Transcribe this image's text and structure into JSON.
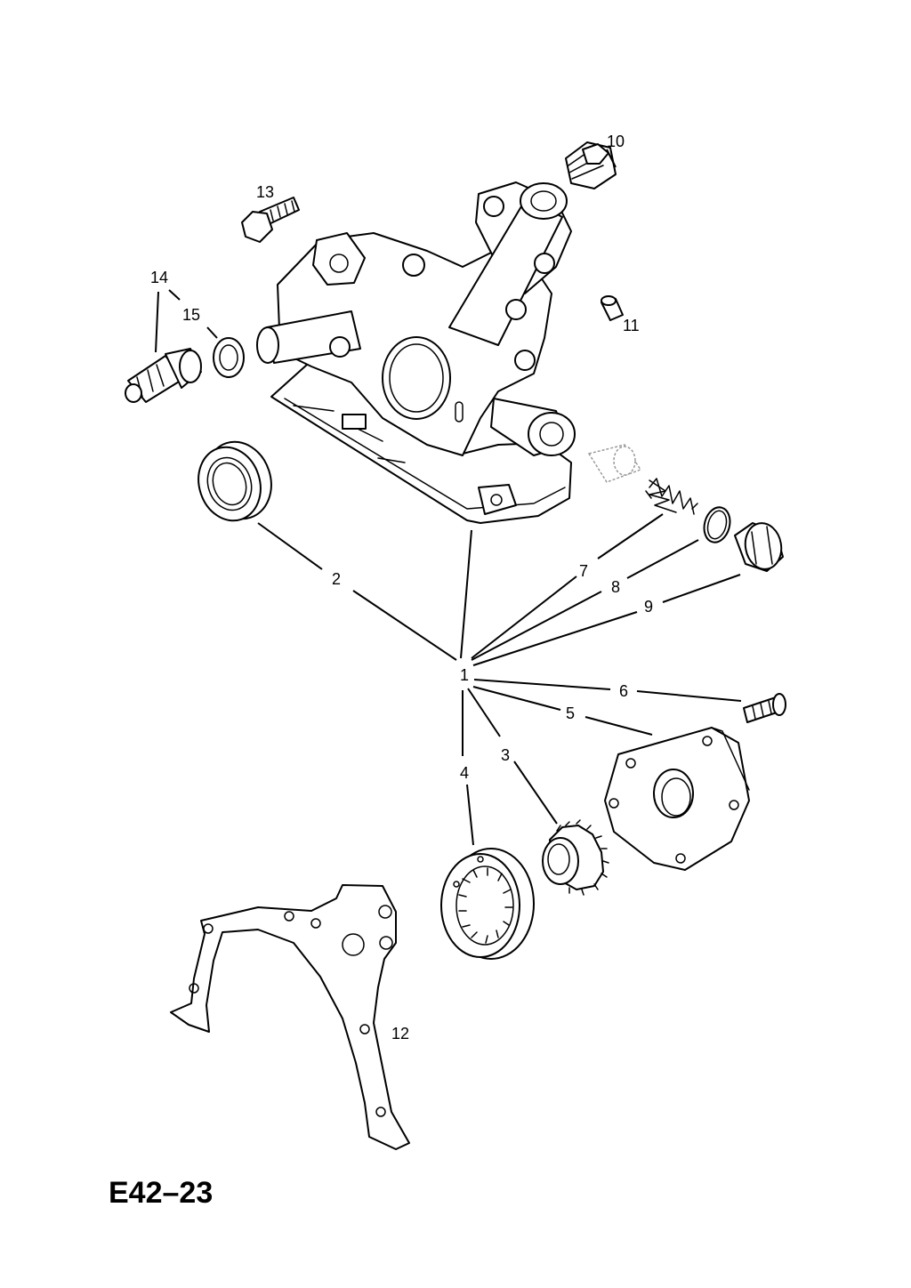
{
  "diagram": {
    "code": "E42–23",
    "callouts": {
      "c1": "1",
      "c2": "2",
      "c3": "3",
      "c4": "4",
      "c5": "5",
      "c6": "6",
      "c7": "7",
      "c8": "8",
      "c9": "9",
      "c10": "10",
      "c11": "11",
      "c12": "12",
      "c13": "13",
      "c14": "14",
      "c15": "15"
    }
  }
}
